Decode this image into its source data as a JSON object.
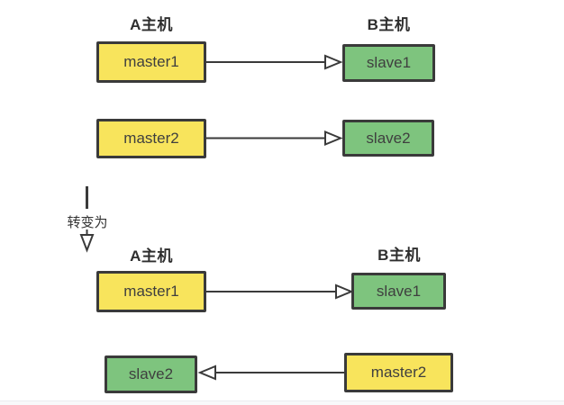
{
  "diagram": {
    "colors": {
      "master_fill": "#f8e45c",
      "slave_fill": "#7ec47e",
      "node_border": "#3a3a3a",
      "arrow_line": "#3a3a3a"
    },
    "transition": {
      "label": "转变为"
    },
    "before": {
      "host_a_label": "A主机",
      "host_b_label": "B主机",
      "pairs": [
        {
          "from": "master1",
          "to": "slave1",
          "direction": "right"
        },
        {
          "from": "master2",
          "to": "slave2",
          "direction": "right"
        }
      ]
    },
    "after": {
      "host_a_label": "A主机",
      "host_b_label": "B主机",
      "pairs": [
        {
          "from": "master1",
          "to": "slave1",
          "direction": "right"
        },
        {
          "from": "master2",
          "to": "slave2",
          "direction": "left"
        }
      ]
    }
  }
}
